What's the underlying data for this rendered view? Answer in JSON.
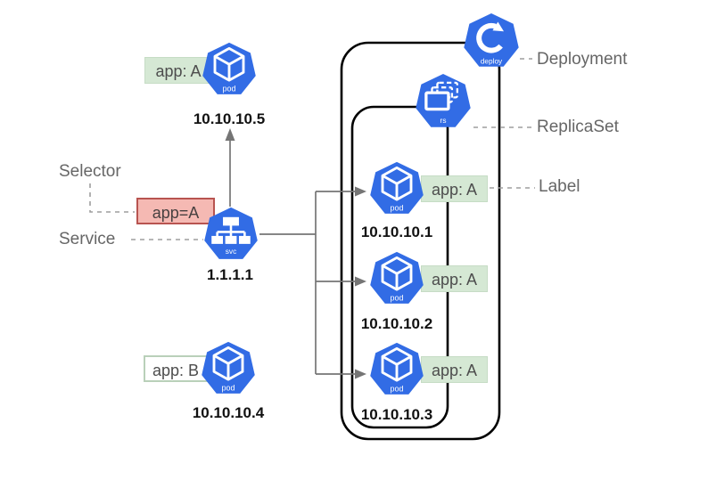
{
  "colors": {
    "k8s_blue": "#326ce5",
    "boundary_black": "#000000",
    "connector_gray": "#757575",
    "dashed_gray": "#9e9e9e",
    "annotation_gray": "#666666",
    "label_green_fill": "#d5e8d4",
    "selector_red_fill": "#f5b9b3",
    "selector_red_border": "#b85450"
  },
  "icon_labels": {
    "pod": "pod",
    "svc": "svc",
    "rs": "rs",
    "deploy": "deploy"
  },
  "annotations": {
    "selector": "Selector",
    "service": "Service",
    "deployment": "Deployment",
    "replicaset": "ReplicaSet",
    "label": "Label"
  },
  "selector_value": "app=A",
  "service": {
    "ip": "1.1.1.1"
  },
  "pods": {
    "external_top": {
      "label": "app: A",
      "ip": "10.10.10.5"
    },
    "external_bottom": {
      "label": "app: B",
      "ip": "10.10.10.4"
    },
    "replica1": {
      "label": "app: A",
      "ip": "10.10.10.1"
    },
    "replica2": {
      "label": "app: A",
      "ip": "10.10.10.2"
    },
    "replica3": {
      "label": "app: A",
      "ip": "10.10.10.3"
    }
  }
}
